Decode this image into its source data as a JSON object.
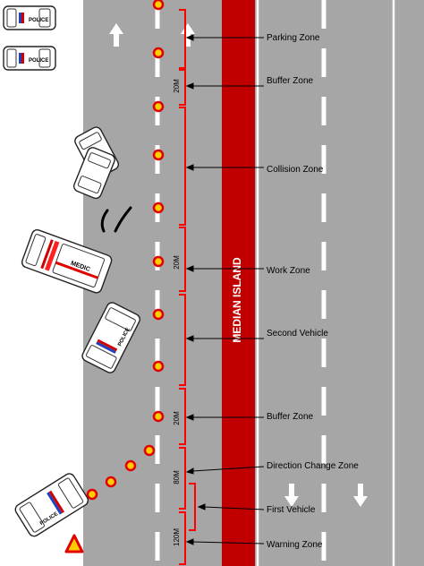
{
  "median": {
    "label": "MEDIAN ISLAND"
  },
  "zones": [
    {
      "id": "parking",
      "label": "Parking Zone"
    },
    {
      "id": "buffer-top",
      "label": "Buffer Zone"
    },
    {
      "id": "collision",
      "label": "Collision Zone"
    },
    {
      "id": "work",
      "label": "Work Zone"
    },
    {
      "id": "second-vehicle",
      "label": "Second Vehicle"
    },
    {
      "id": "buffer-bottom",
      "label": "Buffer Zone"
    },
    {
      "id": "direction-change",
      "label": "Direction Change Zone"
    },
    {
      "id": "first-vehicle",
      "label": "First Vehicle"
    },
    {
      "id": "warning",
      "label": "Warning Zone"
    }
  ],
  "distances": [
    "20M",
    "20M",
    "20M",
    "80M",
    "120M"
  ],
  "vehicles": {
    "police_label": "POLICE",
    "medic_label": "MEDIC"
  },
  "colors": {
    "road": "#a6a6a6",
    "median": "#c00000",
    "zone_bracket": "#ff0000",
    "cone": "#ffcc00",
    "lane_line": "#ffffff"
  },
  "icons": [
    "up-arrow-icon",
    "down-arrow-icon",
    "warning-triangle-icon",
    "traffic-cone-icon"
  ]
}
